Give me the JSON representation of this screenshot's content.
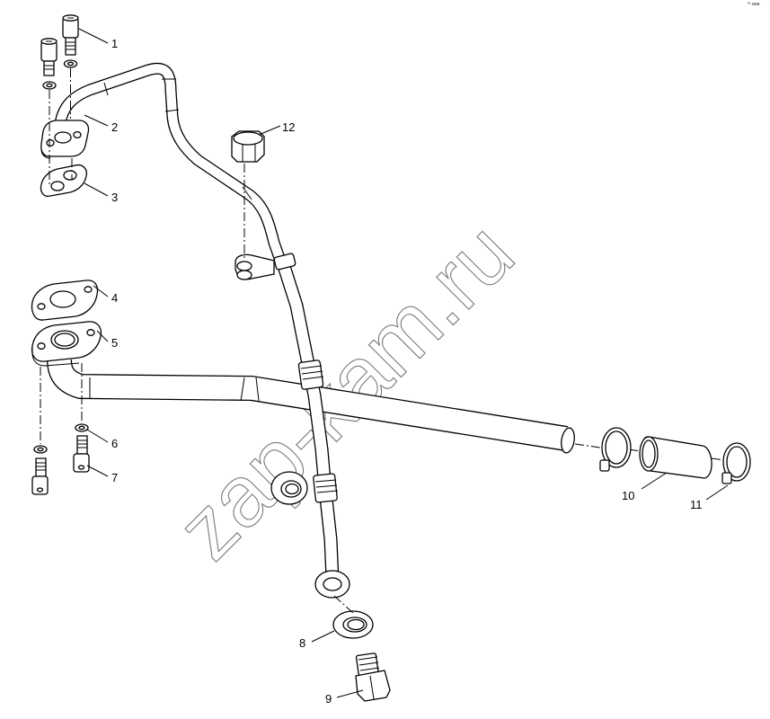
{
  "watermark": "zap-kam.ru",
  "corner_mark": "°¹ ooo",
  "callouts": [
    "1",
    "2",
    "3",
    "4",
    "5",
    "6",
    "7",
    "8",
    "9",
    "10",
    "11",
    "12"
  ]
}
